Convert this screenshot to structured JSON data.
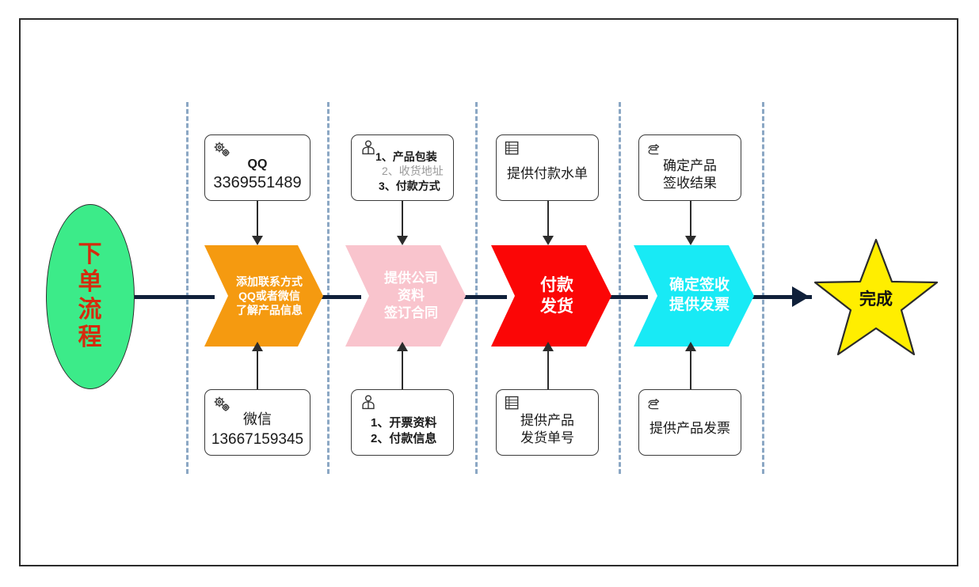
{
  "diagram": {
    "title_node": {
      "label": "下单\n流程",
      "lines": [
        "下",
        "单",
        "流",
        "程"
      ],
      "fill": "#3ceb89",
      "text_color": "#d52b0e",
      "shape": "ellipse"
    },
    "end_node": {
      "label": "完成",
      "fill": "#ffee00",
      "text_color": "#111111",
      "shape": "star"
    },
    "separator_color": "#8ba7c4",
    "connector_color": "#10203a",
    "stages": [
      {
        "name": "stage-1-contact",
        "chevron": {
          "lines": [
            "添加联系方式",
            "QQ或者微信",
            "了解产品信息"
          ],
          "fill": "#f59a10",
          "text_color": "#ffffff"
        },
        "top_box": {
          "icon": "gears-icon",
          "lines": [
            {
              "text": "QQ",
              "style": "bold"
            },
            {
              "text": "3369551489",
              "style": "normal"
            }
          ]
        },
        "bottom_box": {
          "icon": "gears-icon",
          "lines": [
            {
              "text": "微信",
              "style": "normal"
            },
            {
              "text": "13667159345",
              "style": "normal"
            }
          ]
        }
      },
      {
        "name": "stage-2-company-info",
        "chevron": {
          "lines": [
            "提供公司",
            "资料",
            "签订合同"
          ],
          "fill": "#f9c4cd",
          "text_color": "#ffffff"
        },
        "top_box": {
          "icon": "person-icon",
          "lines": [
            {
              "text": "1、产品包装",
              "style": "bold"
            },
            {
              "text": "2、收货地址",
              "style": "muted"
            },
            {
              "text": "3、付款方式",
              "style": "bold"
            }
          ]
        },
        "bottom_box": {
          "icon": "person-icon",
          "lines": [
            {
              "text": "1、开票资料",
              "style": "bold"
            },
            {
              "text": "2、付款信息",
              "style": "bold"
            }
          ]
        }
      },
      {
        "name": "stage-3-payment-shipping",
        "chevron": {
          "lines": [
            "付款",
            "发货"
          ],
          "fill": "#fb0606",
          "text_color": "#ffffff"
        },
        "top_box": {
          "icon": "list-document-icon",
          "lines": [
            {
              "text": "提供付款水单",
              "style": "normal"
            }
          ]
        },
        "bottom_box": {
          "icon": "list-document-icon",
          "lines": [
            {
              "text": "提供产品",
              "style": "normal"
            },
            {
              "text": "发货单号",
              "style": "normal"
            }
          ]
        }
      },
      {
        "name": "stage-4-receipt-invoice",
        "chevron": {
          "lines": [
            "确定签收",
            "提供发票"
          ],
          "fill": "#18eaf5",
          "text_color": "#ffffff"
        },
        "top_box": {
          "icon": "pointing-hand-icon",
          "lines": [
            {
              "text": "确定产品",
              "style": "normal"
            },
            {
              "text": "签收结果",
              "style": "normal"
            }
          ]
        },
        "bottom_box": {
          "icon": "pointing-hand-icon",
          "lines": [
            {
              "text": "提供产品发票",
              "style": "normal"
            }
          ]
        }
      }
    ]
  }
}
